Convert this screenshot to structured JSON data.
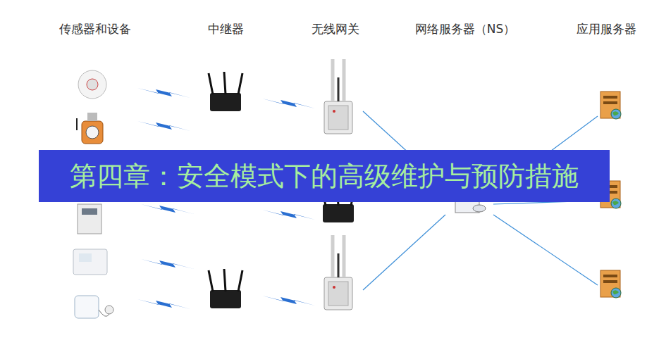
{
  "diagram": {
    "nodes": [
      {
        "text": [
          "第四章：安全模式下的高级维护与预防措施"
        ]
      }
    ],
    "labels": [
      "传感器和设备",
      "中继器",
      "无线网关",
      "网络服务器（NS）",
      "应用服务器"
    ]
  }
}
